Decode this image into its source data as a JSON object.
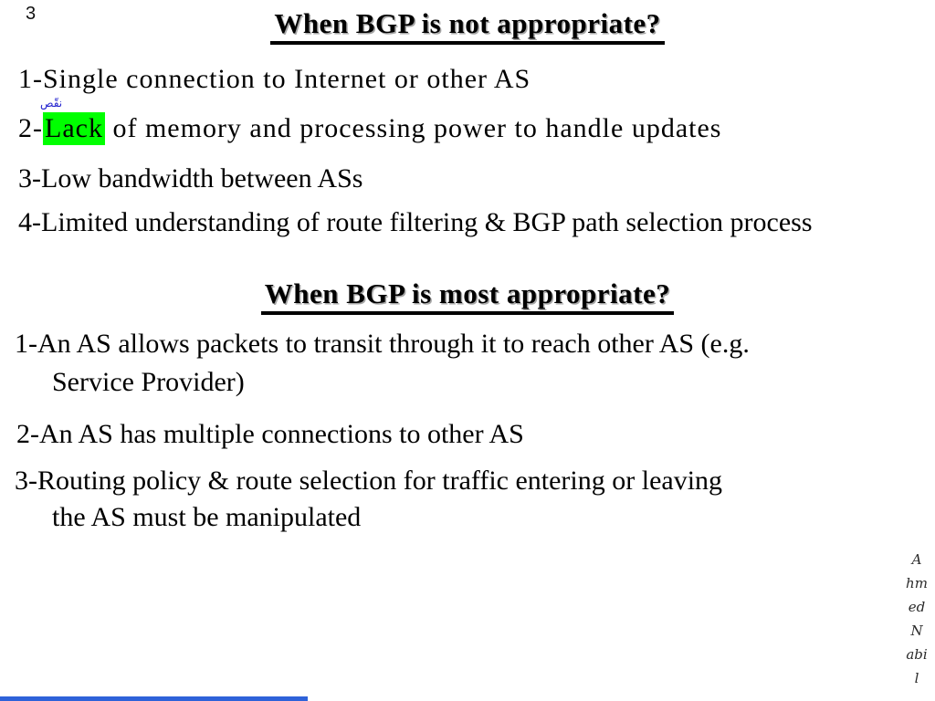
{
  "page": {
    "number": "3"
  },
  "colors": {
    "highlight": "#00ff00",
    "annotation_blue": "#2222ce",
    "bottom_bar_blue": "#2e62d9"
  },
  "section_not_appropriate": {
    "title": "When BGP is not appropriate?",
    "item1": "1-Single connection to Internet or other AS",
    "item2_prefix": "2-",
    "item2_highlight": "Lack",
    "item2_suffix": " of memory and processing power to handle updates",
    "item2_annotation": "نقّص",
    "item3": "3-Low bandwidth between ASs",
    "item4": "4-Limited understanding of route filtering & BGP path selection process"
  },
  "section_most_appropriate": {
    "title": "When BGP is most appropriate?",
    "item1_line1": "1-An AS allows packets to transit through it to reach other AS (e.g.",
    "item1_line2": "Service Provider)",
    "item2": "2-An AS has multiple connections to other AS",
    "item3_line1": "3-Routing policy & route selection for traffic entering or leaving",
    "item3_line2": "the AS must be manipulated"
  },
  "signature": {
    "seg1": "A",
    "seg2": "hm",
    "seg3": "ed",
    "seg4": "N",
    "seg5": "abi",
    "seg6": "l"
  }
}
